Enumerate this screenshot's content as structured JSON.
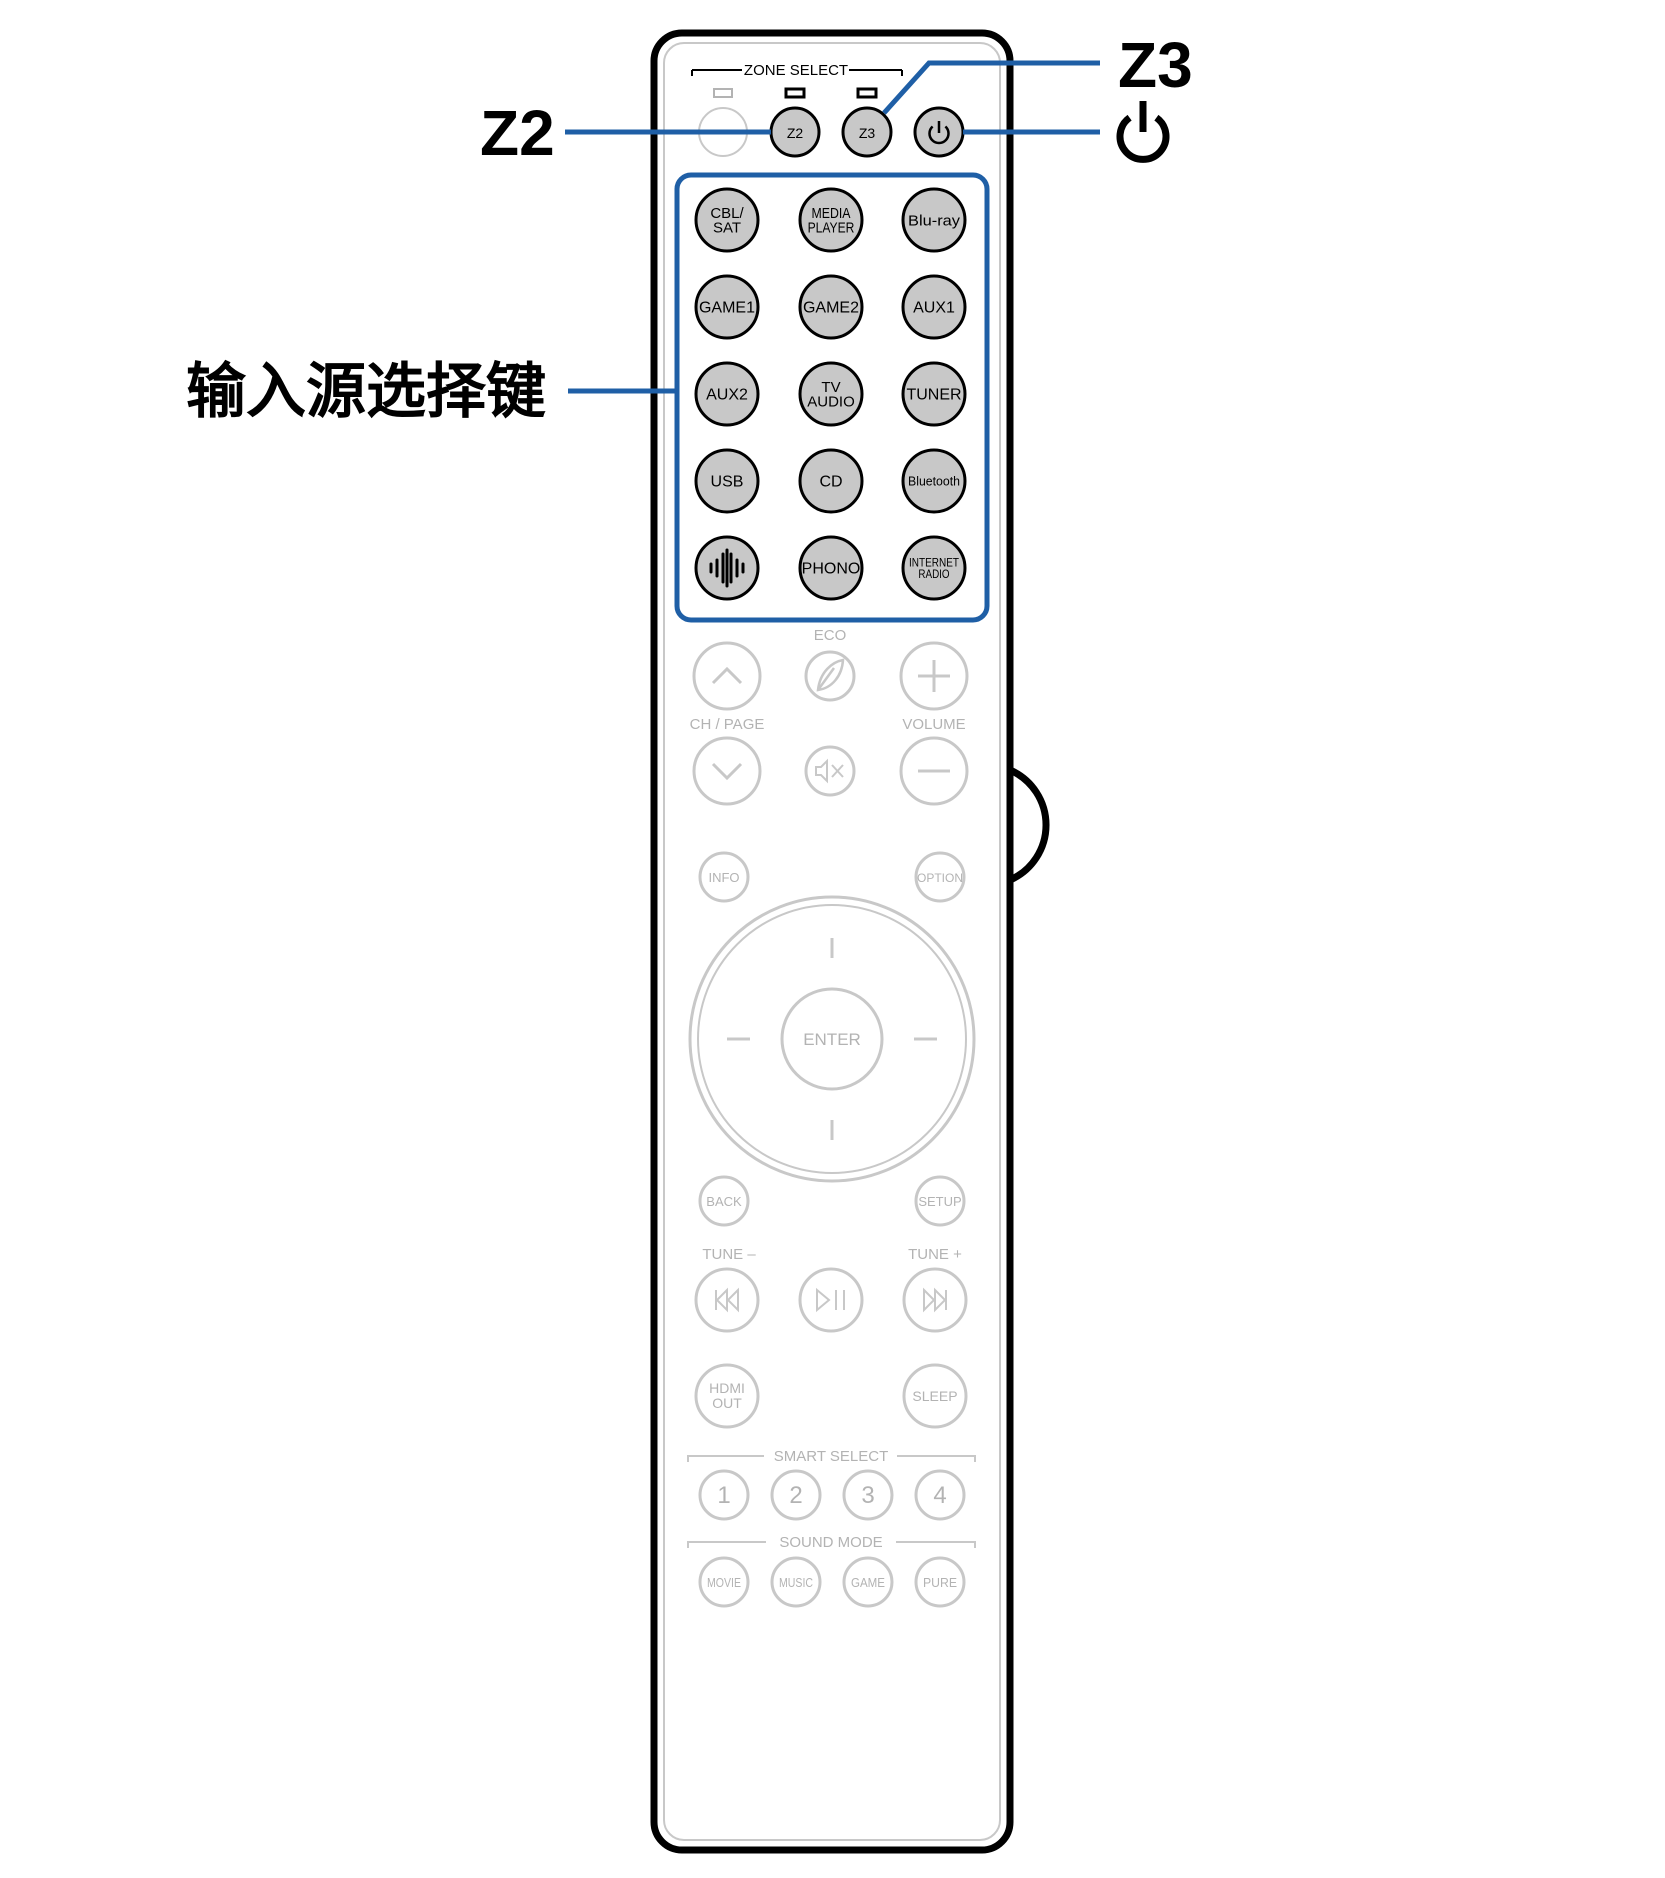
{
  "callouts": {
    "z2": "Z2",
    "z3": "Z3",
    "power_symbol": "power-icon",
    "input_source": "输入源选择键"
  },
  "remote": {
    "zone_select": "ZONE SELECT",
    "zone_buttons": [
      "Z2",
      "Z3"
    ],
    "input_buttons": [
      [
        "CBL/",
        "SAT"
      ],
      [
        "MEDIA",
        "PLAYER"
      ],
      [
        "Blu-ray"
      ],
      [
        "GAME1"
      ],
      [
        "GAME2"
      ],
      [
        "AUX1"
      ],
      [
        "AUX2"
      ],
      [
        "TV",
        "AUDIO"
      ],
      [
        "TUNER"
      ],
      [
        "USB"
      ],
      [
        "CD"
      ],
      [
        "Bluetooth"
      ],
      [
        "heos-icon"
      ],
      [
        "PHONO"
      ],
      [
        "INTERNET",
        "RADIO"
      ]
    ],
    "eco": "ECO",
    "ch_page": "CH / PAGE",
    "volume": "VOLUME",
    "info": "INFO",
    "option": "OPTION",
    "enter": "ENTER",
    "back": "BACK",
    "setup": "SETUP",
    "tune_minus": "TUNE –",
    "tune_plus": "TUNE +",
    "hdmi_out": [
      "HDMI",
      "OUT"
    ],
    "sleep": "SLEEP",
    "smart_select": "SMART SELECT",
    "smart_buttons": [
      "1",
      "2",
      "3",
      "4"
    ],
    "sound_mode": "SOUND MODE",
    "sound_buttons": [
      "MOVIE",
      "MUSIC",
      "GAME",
      "PURE"
    ]
  },
  "colors": {
    "callout_line": "#1f5fa6",
    "highlight_box": "#1f5fa6",
    "active_button_fill": "#c8c8c8",
    "inactive_stroke": "#c8c8c8"
  }
}
